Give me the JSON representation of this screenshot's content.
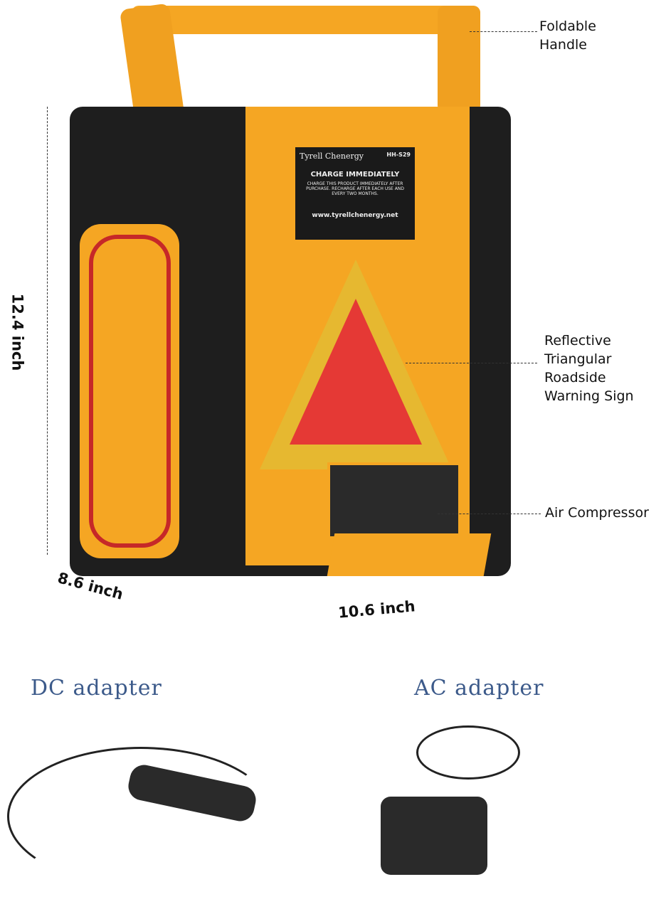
{
  "product": {
    "brand": "Tyrell Chenergy",
    "model": "HH-S29",
    "label_title": "CHARGE IMMEDIATELY",
    "label_text": "CHARGE THIS PRODUCT IMMEDIATELY AFTER PURCHASE. RECHARGE AFTER EACH USE AND EVERY TWO MONTHS.",
    "website": "www.tyrellchenergy.net"
  },
  "callouts": {
    "handle": "Foldable Handle",
    "triangle": "Reflective Triangular Roadside Warning Sign",
    "compressor": "Air Compressor"
  },
  "dimensions": {
    "height": "12.4 inch",
    "depth": "8.6 inch",
    "width": "10.6 inch"
  },
  "accessories": {
    "dc": "DC adapter",
    "ac": "AC adapter"
  },
  "colors": {
    "body": "#f5a623",
    "frame": "#1e1e1e",
    "clamp": "#c62828",
    "adapter_text": "#3c5a8a"
  }
}
